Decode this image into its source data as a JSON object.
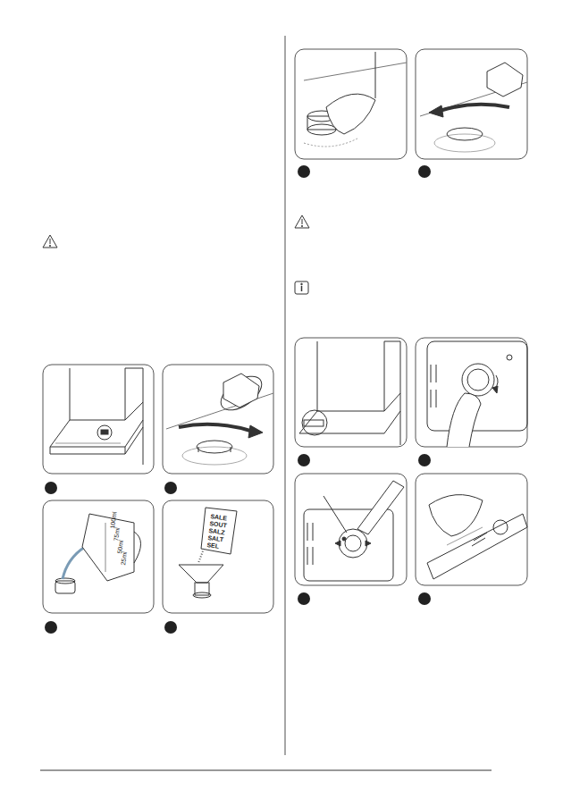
{
  "diagram": {
    "labels": [
      "100ml",
      "75ml",
      "50ml",
      "25ml",
      "SALE",
      "SOUT",
      "SALZ",
      "SALT",
      "SEL"
    ]
  }
}
